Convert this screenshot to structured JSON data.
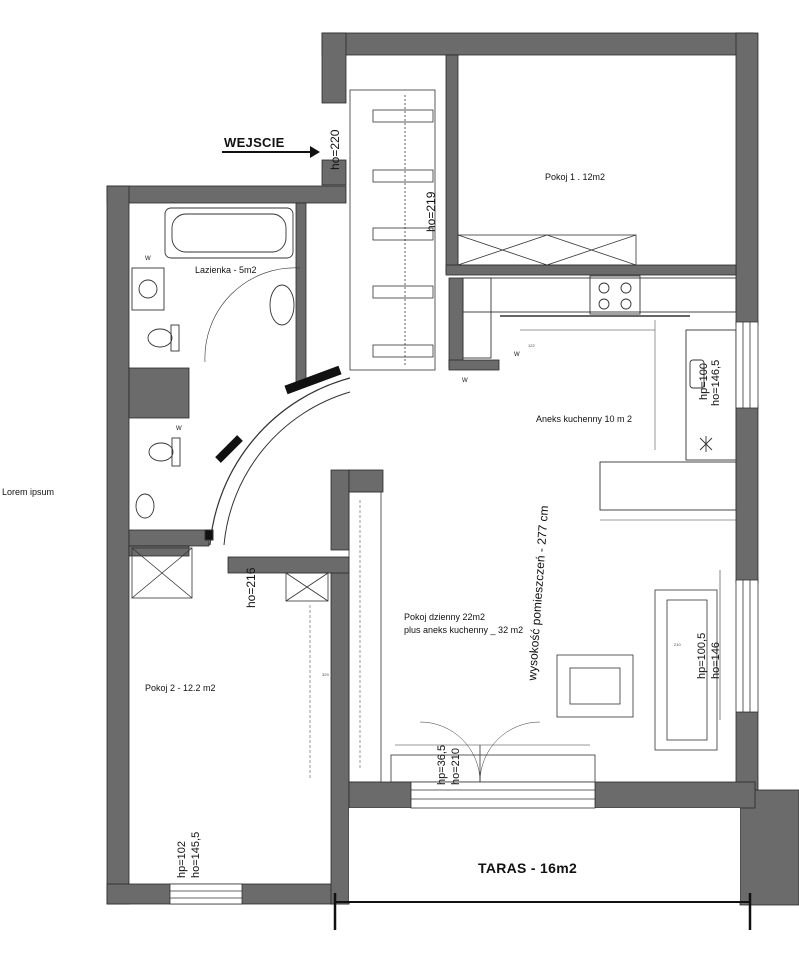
{
  "side_note": "Lorem ipsum",
  "entrance_label": "WEJSCIE",
  "rooms": {
    "room1": "Pokoj 1 . 12m2",
    "bathroom": "Lazienka - 5m2",
    "kitchen": "Aneks kuchenny 10 m 2",
    "room2": "Pokoj 2 - 12.2 m2",
    "living_line1": "Pokoj dzienny 22m2",
    "living_line2": "plus aneks kuchenny _ 32 m2",
    "terrace": "TARAS - 16m2"
  },
  "ceiling_height": "wysokość pomieszczeń - 277 cm",
  "openings": {
    "entry_door": "ho=220",
    "hall": "ho=219",
    "kitchen_window_hp": "hp=100",
    "kitchen_window_ho": "ho=146,5",
    "room2_door": "ho=216",
    "living_window_hp": "hp=100,5",
    "living_window_ho": "ho=146",
    "balcony_door_hp": "hp=36,5",
    "balcony_door_ho": "ho=210",
    "room2_window_hp": "hp=102",
    "room2_window_ho": "ho=145,5"
  },
  "small_marks": {
    "w1": "W",
    "w2": "W",
    "w3": "W",
    "w4": "W",
    "dim_122": "122",
    "dim_329": "329",
    "dim_210": "210"
  }
}
